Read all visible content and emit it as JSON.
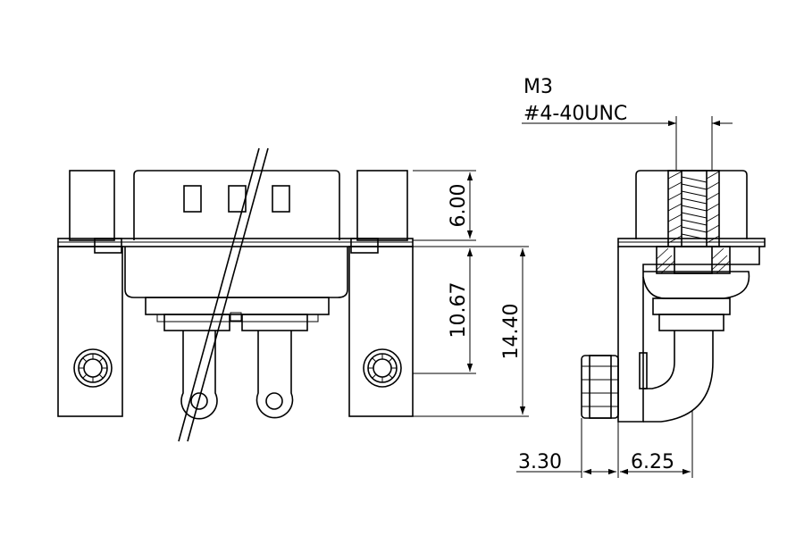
{
  "dimensions": {
    "top_height": "6.00",
    "mid_height": "10.67",
    "total_height": "14.40",
    "side_offset": "3.30",
    "side_depth": "6.25"
  },
  "thread": {
    "line1": "M3",
    "line2": "#4-40UNC"
  }
}
